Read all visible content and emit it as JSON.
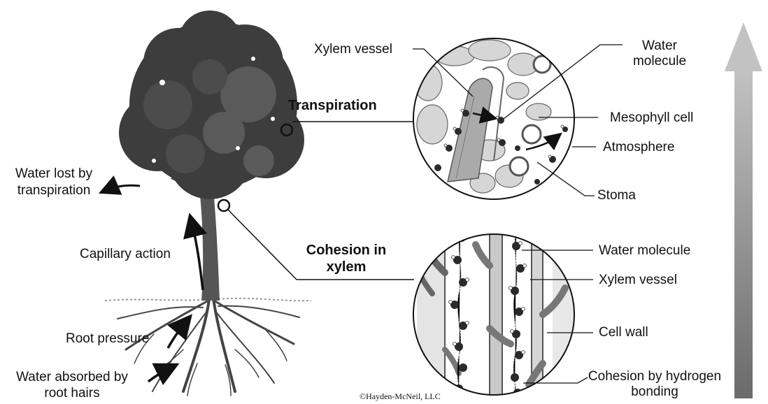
{
  "labels": {
    "water_lost": "Water lost by transpiration",
    "capillary_action": "Capillary action",
    "root_pressure": "Root pressure",
    "water_absorbed": "Water absorbed by root hairs",
    "transpiration": "Transpiration",
    "cohesion_in_xylem": "Cohesion in xylem",
    "top_xylem_vessel": "Xylem vessel",
    "top_water_molecule": "Water molecule",
    "mesophyll_cell": "Mesophyll cell",
    "atmosphere": "Atmosphere",
    "stoma": "Stoma",
    "bottom_water_molecule": "Water molecule",
    "bottom_xylem_vessel": "Xylem vessel",
    "cell_wall": "Cell wall",
    "cohesion_bonding": "Cohesion by hydrogen bonding",
    "copyright": "©Hayden-McNeil, LLC"
  },
  "colors": {
    "canopy_dark": "#3d3d3d",
    "canopy_mid": "#5a5a5a",
    "trunk": "#555555",
    "arrow_top": "#b9b9b9",
    "arrow_bottom": "#6a6a6a",
    "cell_fill": "#cfcfcf",
    "molecule": "#2a2a2a"
  }
}
